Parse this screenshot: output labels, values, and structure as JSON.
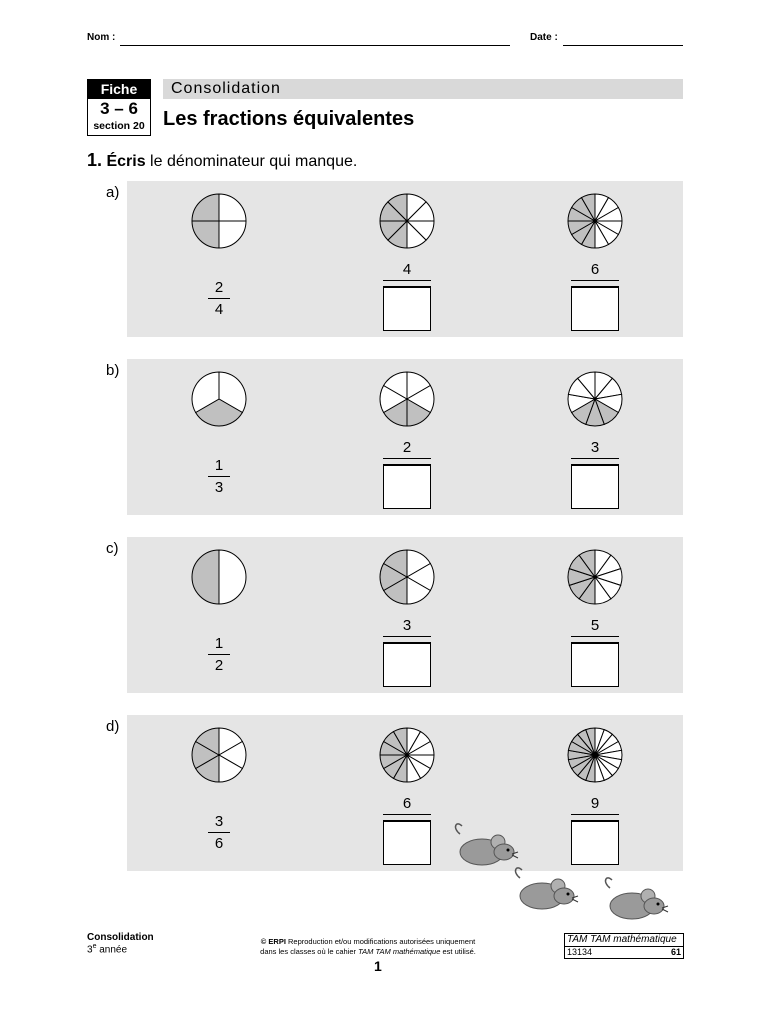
{
  "header": {
    "nom_label": "Nom :",
    "date_label": "Date :"
  },
  "fiche": {
    "label": "Fiche",
    "number": "3 – 6",
    "section": "section 20"
  },
  "banner": "Consolidation",
  "title": "Les fractions équivalentes",
  "instruction": {
    "number": "1.",
    "verb": "Écris",
    "rest": " le dénominateur qui manque."
  },
  "colors": {
    "panel": "#e5e5e5",
    "shade": "#c0c0c0"
  },
  "rows": [
    {
      "label": "a)",
      "fraction": {
        "num": "2",
        "den": "4"
      },
      "given": [
        "4",
        "6"
      ],
      "circles": [
        {
          "parts": 4,
          "shaded": [
            2,
            3
          ]
        },
        {
          "parts": 8,
          "shaded": [
            4,
            5,
            6,
            7
          ]
        },
        {
          "parts": 12,
          "shaded": [
            6,
            7,
            8,
            9,
            10,
            11
          ]
        }
      ]
    },
    {
      "label": "b)",
      "fraction": {
        "num": "1",
        "den": "3"
      },
      "given": [
        "2",
        "3"
      ],
      "circles": [
        {
          "parts": 3,
          "shaded": [
            1
          ]
        },
        {
          "parts": 6,
          "shaded": [
            2,
            3
          ]
        },
        {
          "parts": 9,
          "shaded": [
            3,
            4,
            5
          ]
        }
      ]
    },
    {
      "label": "c)",
      "fraction": {
        "num": "1",
        "den": "2"
      },
      "given": [
        "3",
        "5"
      ],
      "circles": [
        {
          "parts": 2,
          "shaded": [
            1
          ]
        },
        {
          "parts": 6,
          "shaded": [
            3,
            4,
            5
          ]
        },
        {
          "parts": 10,
          "shaded": [
            5,
            6,
            7,
            8,
            9
          ]
        }
      ]
    },
    {
      "label": "d)",
      "fraction": {
        "num": "3",
        "den": "6"
      },
      "given": [
        "6",
        "9"
      ],
      "circles": [
        {
          "parts": 6,
          "shaded": [
            3,
            4,
            5
          ]
        },
        {
          "parts": 12,
          "shaded": [
            6,
            7,
            8,
            9,
            10,
            11
          ]
        },
        {
          "parts": 18,
          "shaded": [
            9,
            10,
            11,
            12,
            13,
            14,
            15,
            16,
            17
          ]
        }
      ]
    }
  ],
  "footer": {
    "left_title": "Consolidation",
    "left_sub_num": "3",
    "left_sub_sup": "e",
    "left_sub_rest": " année",
    "copyright_brand": "© ERPI",
    "copyright_line1": " Reproduction et/ou modifications autorisées uniquement",
    "copyright_line2_a": "dans les classes où le cahier ",
    "copyright_line2_italic": "TAM TAM mathématique",
    "copyright_line2_b": " est utilisé.",
    "book_title": "TAM TAM mathématique",
    "book_code": "13134",
    "book_page": "61"
  },
  "page_number": "1",
  "illustration": [
    "mouse-icon",
    "mouse-icon",
    "mouse-icon"
  ]
}
